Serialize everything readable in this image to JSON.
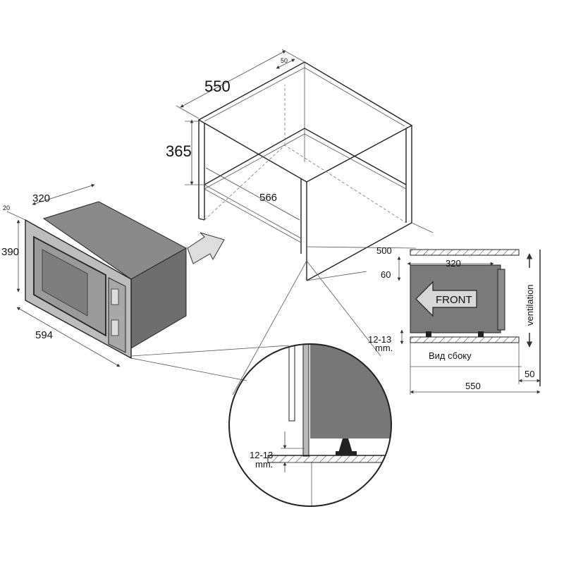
{
  "cabinet": {
    "width_label": "550",
    "depth_top_label": "50",
    "height_label": "365",
    "inner_label": "566"
  },
  "microwave": {
    "depth_label": "320",
    "frame_label": "20",
    "height_label": "390",
    "width_label": "594"
  },
  "side_view": {
    "depth_label": "500",
    "top_gap_label": "60",
    "inner_depth_label": "320",
    "front_label": "FRONT",
    "ventilation_label": "ventilation",
    "gap_label_line1": "12-13",
    "gap_label_line2": "mm.",
    "caption": "Вид сбоку",
    "rear_gap_label": "50",
    "total_depth_label": "550"
  },
  "detail": {
    "gap_label_line1": "12-13",
    "gap_label_line2": "mm."
  },
  "colors": {
    "device_body": "#7a7a7a",
    "device_front": "#9a9a9a",
    "line": "#222222"
  }
}
